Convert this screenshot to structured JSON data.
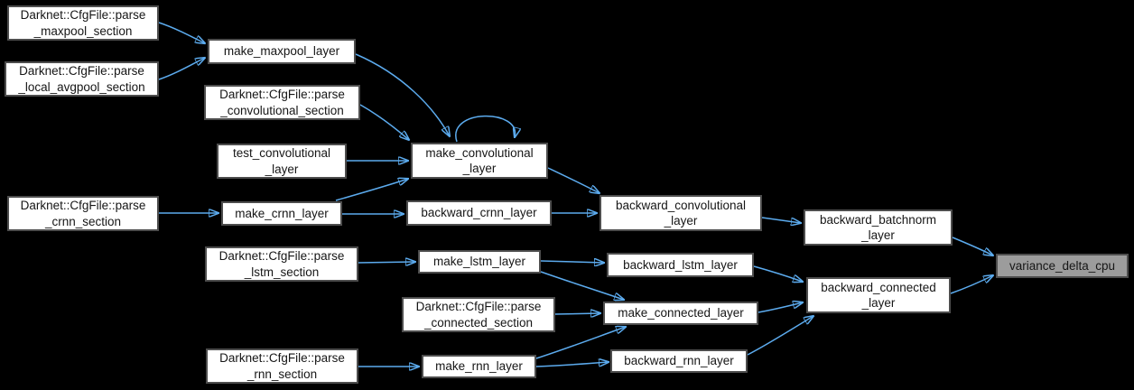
{
  "diagram": {
    "kind": "call-graph",
    "direction": "left-to-right",
    "colors": {
      "background": "#000000",
      "node_fill": "#ffffff",
      "node_border": "#4d4d4d",
      "node_text": "#161616",
      "focus_node_fill": "#9c9c9c",
      "arrow": "#5cabee"
    },
    "nodes": [
      {
        "id": "parse_maxpool_section",
        "label": "Darknet::CfgFile::parse\n_maxpool_section"
      },
      {
        "id": "parse_local_avgpool_section",
        "label": "Darknet::CfgFile::parse\n_local_avgpool_section"
      },
      {
        "id": "make_maxpool_layer",
        "label": "make_maxpool_layer"
      },
      {
        "id": "parse_convolutional_section",
        "label": "Darknet::CfgFile::parse\n_convolutional_section"
      },
      {
        "id": "test_convolutional_layer",
        "label": "test_convolutional\n_layer"
      },
      {
        "id": "make_convolutional_layer",
        "label": "make_convolutional\n_layer"
      },
      {
        "id": "parse_crnn_section",
        "label": "Darknet::CfgFile::parse\n_crnn_section"
      },
      {
        "id": "make_crnn_layer",
        "label": "make_crnn_layer"
      },
      {
        "id": "backward_crnn_layer",
        "label": "backward_crnn_layer"
      },
      {
        "id": "backward_convolutional_layer",
        "label": "backward_convolutional\n_layer"
      },
      {
        "id": "backward_batchnorm_layer",
        "label": "backward_batchnorm\n_layer"
      },
      {
        "id": "parse_lstm_section",
        "label": "Darknet::CfgFile::parse\n_lstm_section"
      },
      {
        "id": "make_lstm_layer",
        "label": "make_lstm_layer"
      },
      {
        "id": "backward_lstm_layer",
        "label": "backward_lstm_layer"
      },
      {
        "id": "parse_connected_section",
        "label": "Darknet::CfgFile::parse\n_connected_section"
      },
      {
        "id": "make_connected_layer",
        "label": "make_connected_layer"
      },
      {
        "id": "backward_connected_layer",
        "label": "backward_connected\n_layer"
      },
      {
        "id": "variance_delta_cpu",
        "label": "variance_delta_cpu",
        "highlighted": true
      },
      {
        "id": "parse_rnn_section",
        "label": "Darknet::CfgFile::parse\n_rnn_section"
      },
      {
        "id": "make_rnn_layer",
        "label": "make_rnn_layer"
      },
      {
        "id": "backward_rnn_layer",
        "label": "backward_rnn_layer"
      }
    ],
    "edges": [
      {
        "from": "parse_maxpool_section",
        "to": "make_maxpool_layer"
      },
      {
        "from": "parse_local_avgpool_section",
        "to": "make_maxpool_layer"
      },
      {
        "from": "make_maxpool_layer",
        "to": "make_convolutional_layer"
      },
      {
        "from": "parse_convolutional_section",
        "to": "make_convolutional_layer"
      },
      {
        "from": "test_convolutional_layer",
        "to": "make_convolutional_layer"
      },
      {
        "from": "make_crnn_layer",
        "to": "make_convolutional_layer"
      },
      {
        "from": "make_convolutional_layer",
        "to": "make_convolutional_layer"
      },
      {
        "from": "make_convolutional_layer",
        "to": "backward_convolutional_layer"
      },
      {
        "from": "parse_crnn_section",
        "to": "make_crnn_layer"
      },
      {
        "from": "make_crnn_layer",
        "to": "backward_crnn_layer"
      },
      {
        "from": "backward_crnn_layer",
        "to": "backward_convolutional_layer"
      },
      {
        "from": "backward_convolutional_layer",
        "to": "backward_batchnorm_layer"
      },
      {
        "from": "backward_batchnorm_layer",
        "to": "variance_delta_cpu"
      },
      {
        "from": "parse_lstm_section",
        "to": "make_lstm_layer"
      },
      {
        "from": "make_lstm_layer",
        "to": "backward_lstm_layer"
      },
      {
        "from": "make_lstm_layer",
        "to": "make_connected_layer"
      },
      {
        "from": "backward_lstm_layer",
        "to": "backward_connected_layer"
      },
      {
        "from": "parse_connected_section",
        "to": "make_connected_layer"
      },
      {
        "from": "make_connected_layer",
        "to": "backward_connected_layer"
      },
      {
        "from": "backward_connected_layer",
        "to": "variance_delta_cpu"
      },
      {
        "from": "parse_rnn_section",
        "to": "make_rnn_layer"
      },
      {
        "from": "make_rnn_layer",
        "to": "make_connected_layer"
      },
      {
        "from": "make_rnn_layer",
        "to": "backward_rnn_layer"
      },
      {
        "from": "backward_rnn_layer",
        "to": "backward_connected_layer"
      }
    ]
  }
}
